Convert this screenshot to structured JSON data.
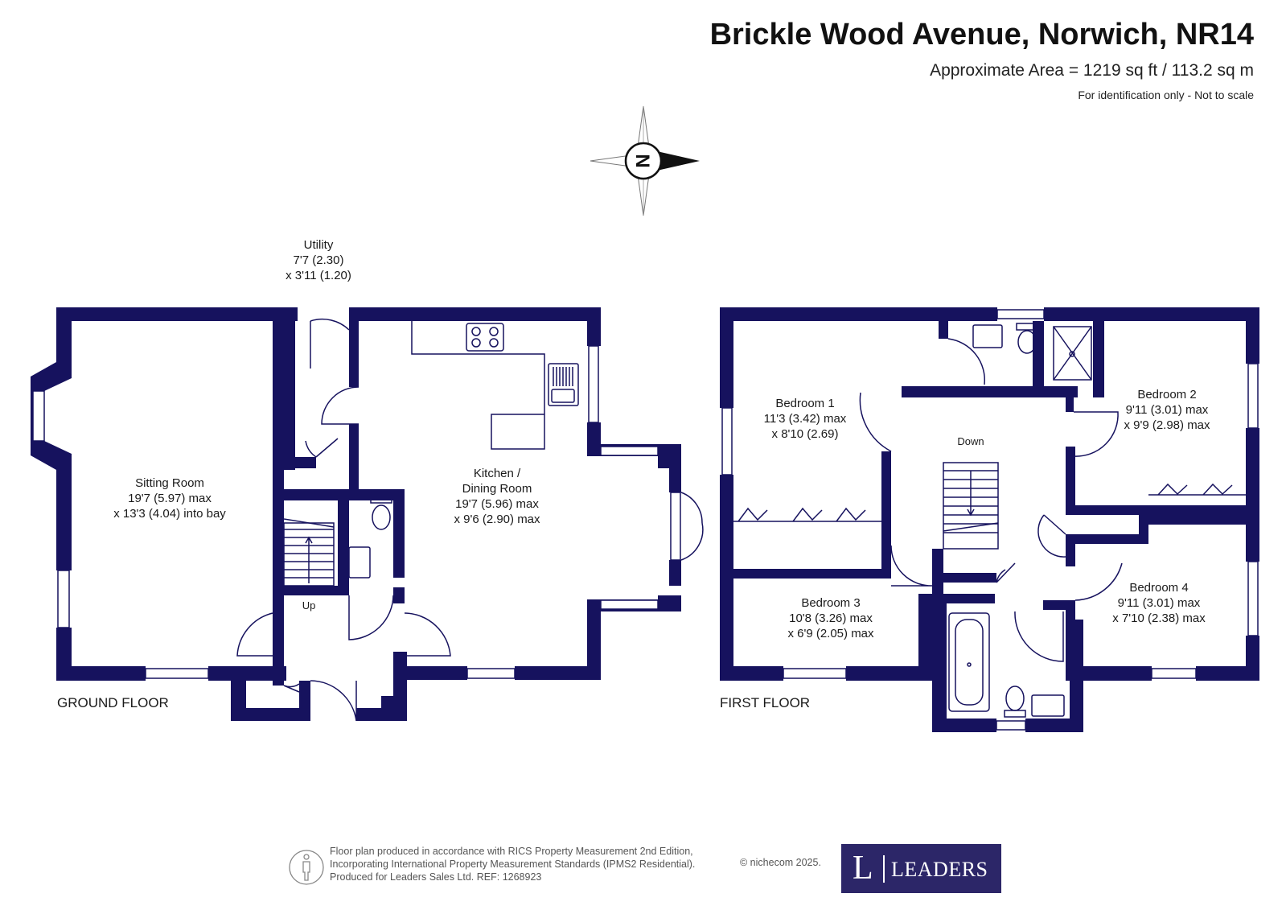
{
  "header": {
    "title": "Brickle Wood Avenue, Norwich, NR14",
    "area": "Approximate Area = 1219 sq ft / 113.2 sq m",
    "note": "For identification only - Not to scale"
  },
  "compass": {
    "letter": "N",
    "icon": "compass-north-arrow-icon"
  },
  "floors": {
    "ground": "GROUND FLOOR",
    "first": "FIRST FLOOR"
  },
  "rooms": {
    "utility": [
      "Utility",
      "7'7 (2.30)",
      "x 3'11 (1.20)"
    ],
    "sitting": [
      "Sitting Room",
      "19'7 (5.97) max",
      "x 13'3 (4.04) into bay"
    ],
    "kitchen": [
      "Kitchen /",
      "Dining Room",
      "19'7 (5.96) max",
      "x 9'6 (2.90) max"
    ],
    "bedroom1": [
      "Bedroom 1",
      "11'3 (3.42) max",
      "x 8'10 (2.69)"
    ],
    "bedroom2": [
      "Bedroom 2",
      "9'11 (3.01) max",
      "x 9'9 (2.98) max"
    ],
    "bedroom3": [
      "Bedroom 3",
      "10'8 (3.26) max",
      "x 6'9 (2.05) max"
    ],
    "bedroom4": [
      "Bedroom 4",
      "9'11 (3.01) max",
      "x 7'10 (2.38) max"
    ]
  },
  "stairs": {
    "up": "Up",
    "down": "Down"
  },
  "footer": {
    "line1": "Floor plan produced in accordance with RICS Property Measurement 2nd Edition,",
    "line2": "Incorporating International Property Measurement Standards (IPMS2 Residential).",
    "line3": "Produced for Leaders Sales Ltd.   REF:  1268923",
    "copyright": "© nichecom 2025."
  },
  "logo": {
    "letter": "L",
    "word": "LEADERS",
    "color": "#2c2668"
  },
  "colors": {
    "wall": "#16125e"
  }
}
